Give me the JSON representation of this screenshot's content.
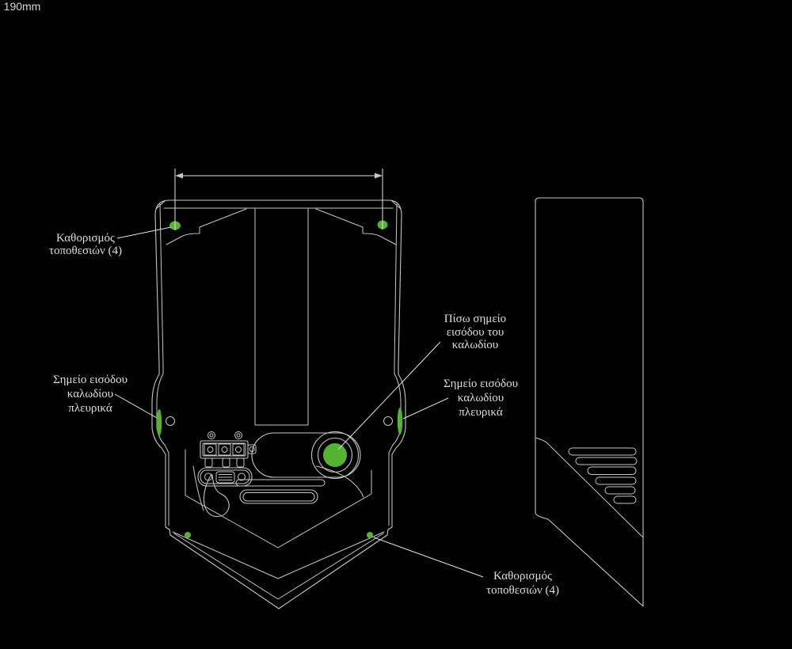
{
  "colors": {
    "background": "#000000",
    "line": "#c6c6c6",
    "accent_green": "#55b332",
    "text": "#dedede"
  },
  "dimension": {
    "label": "190mm"
  },
  "labels": {
    "fixing_top": {
      "lines": [
        "Καθορισμός",
        "τοποθεσιών (4)"
      ]
    },
    "side_entry_left": {
      "lines": [
        "Σημείο εισόδου",
        "καλωδίου",
        "πλευρικά"
      ]
    },
    "rear_entry": {
      "lines": [
        "Πίσω σημείο",
        "εισόδου του",
        "καλωδίου"
      ]
    },
    "side_entry_right": {
      "lines": [
        "Σημείο εισόδου",
        "καλωδίου",
        "πλευρικά"
      ]
    },
    "fixing_bottom": {
      "lines": [
        "Καθορισμός",
        "τοποθεσιών (4)"
      ]
    }
  },
  "markers": {
    "accent_color": "#55b332",
    "items": [
      "fixing-point-top-left",
      "fixing-point-top-right",
      "fixing-point-bottom-left",
      "fixing-point-bottom-right",
      "side-entry-left",
      "side-entry-right",
      "rear-entry-gland"
    ]
  }
}
